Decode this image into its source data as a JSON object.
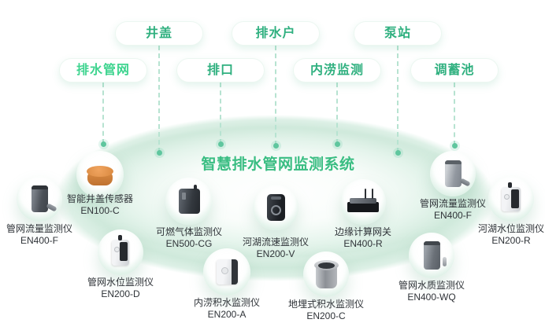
{
  "header": {
    "title": "智慧排水管网监测系统"
  },
  "tags": [
    {
      "label": "井盖",
      "highlighted": false
    },
    {
      "label": "排水户",
      "highlighted": false
    },
    {
      "label": "泵站",
      "highlighted": false
    },
    {
      "label": "排水管网",
      "highlighted": true
    },
    {
      "label": "排口",
      "highlighted": false
    },
    {
      "label": "内涝监测",
      "highlighted": false
    },
    {
      "label": "调蓄池",
      "highlighted": false
    }
  ],
  "devices": [
    {
      "name": "智能井盖传感器",
      "model": "EN100-C",
      "icon": "manhole-cover-sensor-icon"
    },
    {
      "name": "管网流量监测仪",
      "model": "EN400-F",
      "icon": "pipe-flow-monitor-icon"
    },
    {
      "name": "可燃气体监测仪",
      "model": "EN500-CG",
      "icon": "combustible-gas-monitor-icon"
    },
    {
      "name": "河湖流速监测仪",
      "model": "EN200-V",
      "icon": "river-velocity-monitor-icon"
    },
    {
      "name": "边缘计算网关",
      "model": "EN400-R",
      "icon": "edge-gateway-icon"
    },
    {
      "name": "管网流量监测仪",
      "model": "EN400-F",
      "icon": "pipe-flow-monitor-icon"
    },
    {
      "name": "河湖水位监测仪",
      "model": "EN200-R",
      "icon": "river-level-monitor-icon"
    },
    {
      "name": "管网水位监测仪",
      "model": "EN200-D",
      "icon": "pipe-level-monitor-icon"
    },
    {
      "name": "内涝积水监测仪",
      "model": "EN200-A",
      "icon": "waterlogging-monitor-icon"
    },
    {
      "name": "地埋式积水监测仪",
      "model": "EN200-C",
      "icon": "buried-water-monitor-icon"
    },
    {
      "name": "管网水质监测仪",
      "model": "EN400-WQ",
      "icon": "water-quality-monitor-icon"
    }
  ],
  "colors": {
    "title_green": "#39bd82",
    "tag_green": "#2fb07f",
    "tag_highlight_green": "#3ed48f",
    "dash_green": "#b7e3d1",
    "dot_green": "#5fc69e",
    "sensor_orange": "#d8883f",
    "label_dark": "#2f3338"
  }
}
